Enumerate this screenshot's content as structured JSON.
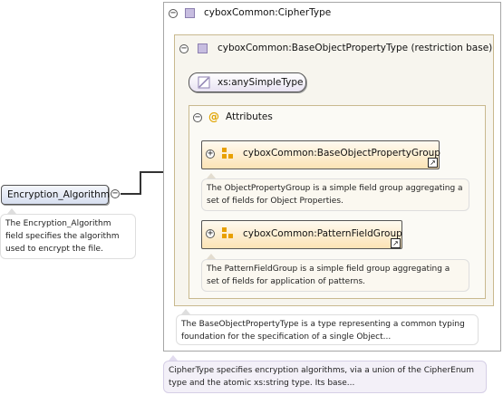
{
  "root": {
    "label": "Encryption_Algorithm",
    "toggle": "−",
    "note": "The Encryption_Algorithm field specifies the algorithm used to encrypt the file."
  },
  "cipher": {
    "label": "cyboxCommon:CipherType",
    "toggle": "−",
    "note": "CipherType specifies encryption algorithms, via a union of the CipherEnum type and the atomic xs:string type. Its base..."
  },
  "base": {
    "label": "cyboxCommon:BaseObjectPropertyType (restriction base)",
    "toggle": "−",
    "note": "The BaseObjectPropertyType is a type representing a common typing foundation for the specification of a single Object..."
  },
  "simple_type": {
    "label": "xs:anySimpleType"
  },
  "attributes": {
    "label": "Attributes",
    "toggle": "−",
    "at_symbol": "@",
    "groups": [
      {
        "label": "cyboxCommon:BaseObjectPropertyGroup",
        "toggle": "+",
        "ext": "↗",
        "note": "The ObjectPropertyGroup is a simple field group aggregating a set of fields for Object Properties."
      },
      {
        "label": "cyboxCommon:PatternFieldGroup",
        "toggle": "+",
        "ext": "↗",
        "note": "The PatternFieldGroup is a simple field group aggregating a set of fields for application of patterns."
      }
    ]
  }
}
